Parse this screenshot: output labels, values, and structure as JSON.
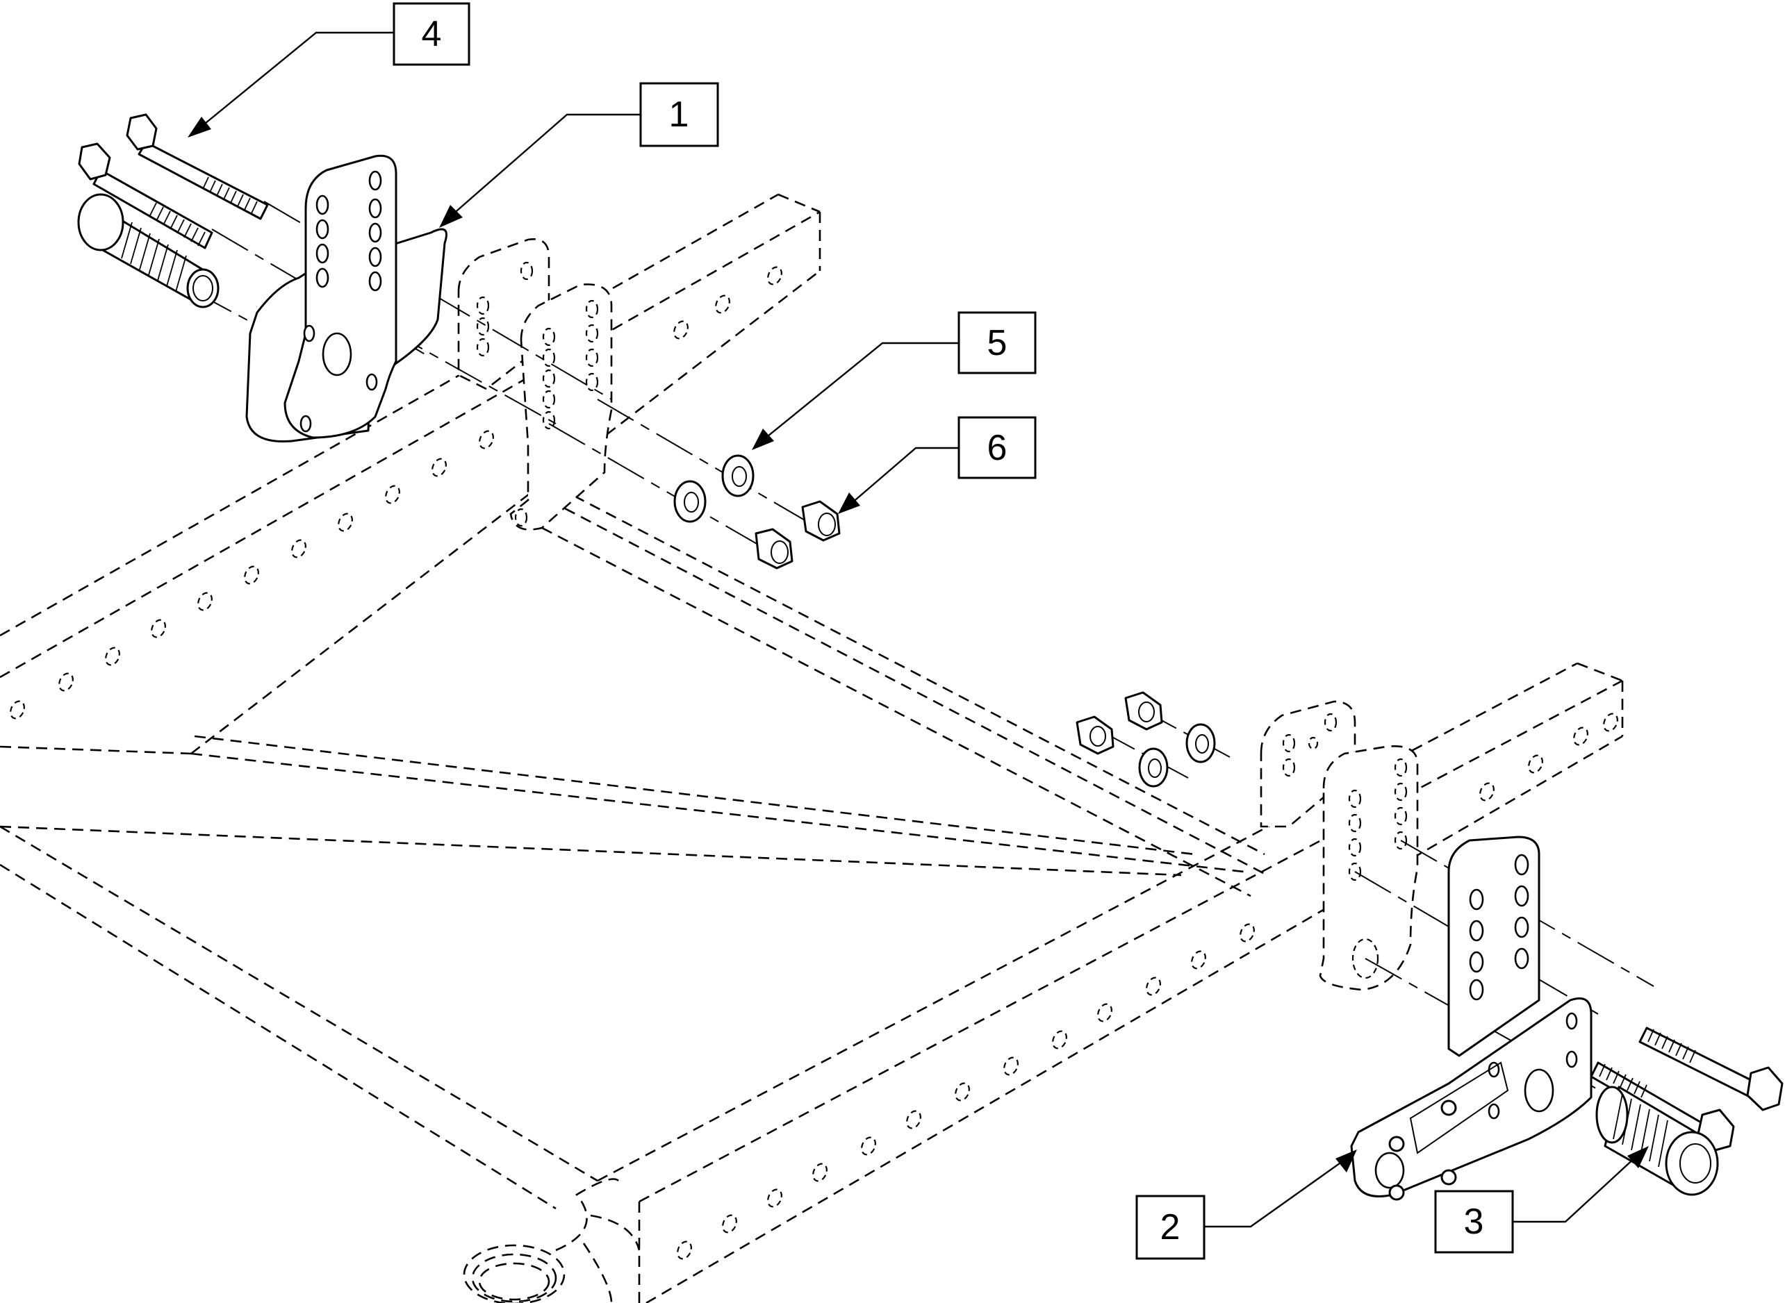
{
  "diagram": {
    "type": "exploded-parts-assembly",
    "callouts": [
      {
        "label": "1",
        "part": "bracket-left"
      },
      {
        "label": "2",
        "part": "bracket-right"
      },
      {
        "label": "3",
        "part": "threaded-bushing"
      },
      {
        "label": "4",
        "part": "hex-bolt"
      },
      {
        "label": "5",
        "part": "flat-washer"
      },
      {
        "label": "6",
        "part": "lock-nut"
      }
    ],
    "colors": {
      "line": "#000000",
      "background": "#ffffff"
    }
  }
}
